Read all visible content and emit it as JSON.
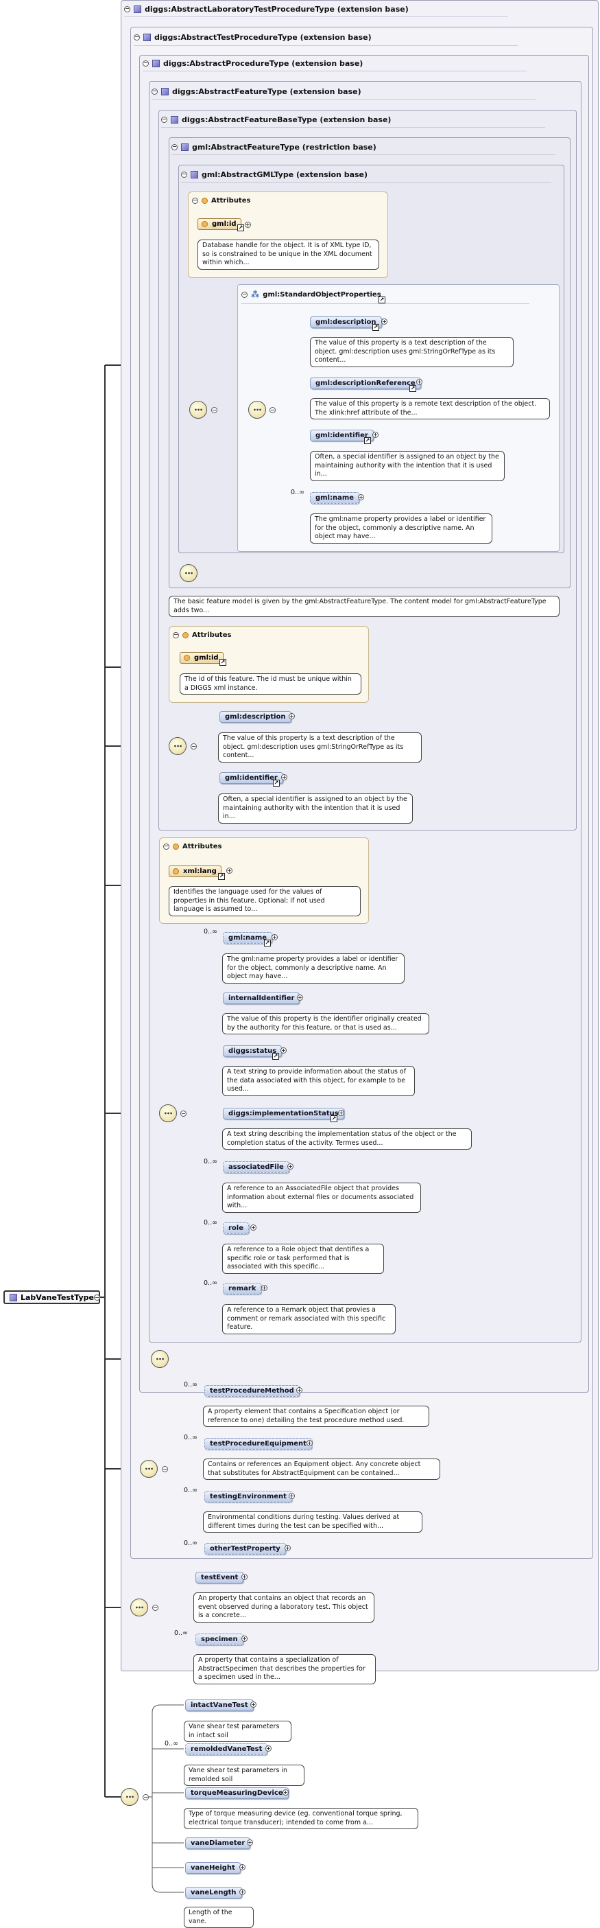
{
  "root": {
    "name": "LabVaneTestType"
  },
  "types": {
    "abstract_lab_test_procedure": "diggs:AbstractLaboratoryTestProcedureType (extension base)",
    "abstract_test_procedure": "diggs:AbstractTestProcedureType (extension base)",
    "abstract_procedure": "diggs:AbstractProcedureType (extension base)",
    "abstract_feature": "diggs:AbstractFeatureType (extension base)",
    "abstract_feature_base": "diggs:AbstractFeatureBaseType (extension base)",
    "gml_abstract_feature": "gml:AbstractFeatureType (restriction base)",
    "gml_abstract_gml": "gml:AbstractGMLType (extension base)"
  },
  "attributes_label": "Attributes",
  "gml_attrs": {
    "name": "gml:id",
    "doc": "Database handle for the object. It is of XML type ID, so is constrained to be unique in the XML document within which..."
  },
  "standard_object_properties": {
    "title": "gml:StandardObjectProperties",
    "items": [
      {
        "name": "gml:description",
        "occurs": "",
        "doc": "The value of this property is a text description of the object. gml:description uses gml:StringOrRefType as its content..."
      },
      {
        "name": "gml:descriptionReference",
        "occurs": "",
        "doc": "The value of this property is a remote text description of the object. The xlink:href attribute of the..."
      },
      {
        "name": "gml:identifier",
        "occurs": "",
        "doc": "Often, a special identifier is assigned to an object by the maintaining authority with the intention that it is used in..."
      },
      {
        "name": "gml:name",
        "occurs": "0..∞",
        "doc": "The gml:name property provides a label or identifier for the object, commonly a descriptive name. An object may have..."
      }
    ]
  },
  "feature_model_doc": "The basic feature model is given by the gml:AbstractFeatureType. The content model for gml:AbstractFeatureType adds two...",
  "feature_attrs": {
    "name": "gml:id",
    "doc": "The id of this feature. The id must be unique within a DIGGS xml instance."
  },
  "feature_base_seq": [
    {
      "name": "gml:description",
      "doc": "The value of this property is a text description of the object. gml:description uses gml:StringOrRefType as its content..."
    },
    {
      "name": "gml:identifier",
      "doc": "Often, a special identifier is assigned to an object by the maintaining authority with the intention that it is used in..."
    }
  ],
  "feature_attrs2": {
    "name": "xml:lang",
    "doc": "Identifies the language used for the values of properties in this feature. Optional; if not used language is assumed to..."
  },
  "feature_seq": [
    {
      "name": "gml:name",
      "occurs": "0..∞",
      "doc": "The gml:name property provides a label or identifier for the object, commonly a descriptive name. An object may have..."
    },
    {
      "name": "internalIdentifier",
      "occurs": "",
      "doc": "The value of this property is the identifier originally created by the authority for this feature, or that is used as..."
    },
    {
      "name": "diggs:status",
      "occurs": "",
      "doc": "A text string to provide information about the status of the data associated with this object, for example to be used..."
    },
    {
      "name": "diggs:implementationStatus",
      "occurs": "",
      "doc": "A text string describing the implementation status of the object or the completion status of the activity. Termes used..."
    },
    {
      "name": "associatedFile",
      "occurs": "0..∞",
      "doc": "A reference to an AssociatedFile object that provides information about external files or documents associated with..."
    },
    {
      "name": "role",
      "occurs": "0..∞",
      "doc": "A reference to a Role object that dentifies a specific role or task performed that is associated with this specific..."
    },
    {
      "name": "remark",
      "occurs": "0..∞",
      "doc": "A reference to a Remark object that provies a comment or remark associated with this specific feature."
    }
  ],
  "test_procedure_seq": [
    {
      "name": "testProcedureMethod",
      "occurs": "0..∞",
      "doc": "A property element that contains a Specification object (or reference to one) detailing the test procedure method used."
    },
    {
      "name": "testProcedureEquipment",
      "occurs": "0..∞",
      "doc": "Contains or references an Equipment object. Any concrete object that substitutes for AbstractEquipment can be contained..."
    },
    {
      "name": "testingEnvironment",
      "occurs": "0..∞",
      "doc": "Environmental conditions during testing. Values derived at different times during the test can be specified with..."
    },
    {
      "name": "otherTestProperty",
      "occurs": "0..∞",
      "doc": ""
    }
  ],
  "lab_test_seq": [
    {
      "name": "testEvent",
      "occurs": "",
      "doc": "An property that contains an object that records an event observed during a laboratory test. This object is a concrete..."
    },
    {
      "name": "specimen",
      "occurs": "0..∞",
      "doc": "A property that contains a specialization of AbstractSpecimen that describes the properties for a specimen used in the..."
    }
  ],
  "vane_seq": [
    {
      "name": "intactVaneTest",
      "occurs": "",
      "doc": "Vane shear test parameters in intact soil"
    },
    {
      "name": "remoldedVaneTest",
      "occurs": "0..∞",
      "doc": "Vane shear test parameters in remolded soil"
    },
    {
      "name": "torqueMeasuringDevice",
      "occurs": "",
      "doc": "Type of torque measuring device (eg. conventional torque spring, electrical torque transducer); intended to come from a..."
    },
    {
      "name": "vaneDiameter",
      "occurs": "",
      "doc": ""
    },
    {
      "name": "vaneHeight",
      "occurs": "",
      "doc": ""
    },
    {
      "name": "vaneLength",
      "occurs": "",
      "doc": "Length of the vane."
    }
  ]
}
